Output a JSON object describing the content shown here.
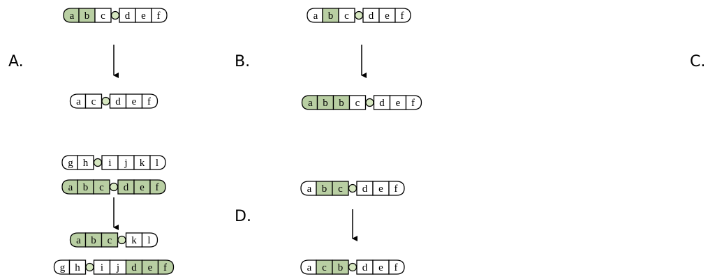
{
  "options": [
    {
      "id": "A",
      "label": "A."
    },
    {
      "id": "B",
      "label": "B."
    },
    {
      "id": "C",
      "label": "C."
    },
    {
      "id": "D",
      "label": "D."
    }
  ],
  "colors": {
    "shaded": "#b9cfa3",
    "centromere": "#d6e7c0",
    "outline": "#000000"
  },
  "chromosomes": [
    {
      "id": "A-before",
      "pieces": [
        {
          "t": "a",
          "s": true
        },
        {
          "t": "b",
          "s": true
        },
        {
          "t": "c",
          "s": false
        },
        {
          "t": "o"
        },
        {
          "t": "d",
          "s": false
        },
        {
          "t": "e",
          "s": false
        },
        {
          "t": "f",
          "s": false
        }
      ]
    },
    {
      "id": "A-after",
      "pieces": [
        {
          "t": "a",
          "s": false
        },
        {
          "t": "c",
          "s": false
        },
        {
          "t": "o"
        },
        {
          "t": "d",
          "s": false
        },
        {
          "t": "e",
          "s": false
        },
        {
          "t": "f",
          "s": false
        }
      ]
    },
    {
      "id": "B-before",
      "pieces": [
        {
          "t": "a",
          "s": false
        },
        {
          "t": "b",
          "s": true
        },
        {
          "t": "c",
          "s": false
        },
        {
          "t": "o"
        },
        {
          "t": "d",
          "s": false
        },
        {
          "t": "e",
          "s": false
        },
        {
          "t": "f",
          "s": false
        }
      ]
    },
    {
      "id": "B-after",
      "pieces": [
        {
          "t": "a",
          "s": true
        },
        {
          "t": "b",
          "s": true
        },
        {
          "t": "b",
          "s": true
        },
        {
          "t": "c",
          "s": false
        },
        {
          "t": "o"
        },
        {
          "t": "d",
          "s": false
        },
        {
          "t": "e",
          "s": false
        },
        {
          "t": "f",
          "s": false
        }
      ]
    },
    {
      "id": "C-before-1",
      "pieces": [
        {
          "t": "g",
          "s": false
        },
        {
          "t": "h",
          "s": false
        },
        {
          "t": "o"
        },
        {
          "t": "i",
          "s": false
        },
        {
          "t": "j",
          "s": false
        },
        {
          "t": "k",
          "s": false
        },
        {
          "t": "l",
          "s": false
        }
      ]
    },
    {
      "id": "C-before-2",
      "pieces": [
        {
          "t": "a",
          "s": true
        },
        {
          "t": "b",
          "s": true
        },
        {
          "t": "c",
          "s": true
        },
        {
          "t": "o"
        },
        {
          "t": "d",
          "s": true
        },
        {
          "t": "e",
          "s": true
        },
        {
          "t": "f",
          "s": true
        }
      ]
    },
    {
      "id": "C-after-1",
      "pieces": [
        {
          "t": "a",
          "s": true
        },
        {
          "t": "b",
          "s": true
        },
        {
          "t": "c",
          "s": true
        },
        {
          "t": "o"
        },
        {
          "t": "k",
          "s": false
        },
        {
          "t": "l",
          "s": false
        }
      ]
    },
    {
      "id": "C-after-2",
      "pieces": [
        {
          "t": "g",
          "s": false
        },
        {
          "t": "h",
          "s": false
        },
        {
          "t": "o"
        },
        {
          "t": "i",
          "s": false
        },
        {
          "t": "j",
          "s": false
        },
        {
          "t": "d",
          "s": true
        },
        {
          "t": "e",
          "s": true
        },
        {
          "t": "f",
          "s": true
        }
      ]
    },
    {
      "id": "D-before",
      "pieces": [
        {
          "t": "a",
          "s": false
        },
        {
          "t": "b",
          "s": true
        },
        {
          "t": "c",
          "s": true
        },
        {
          "t": "o"
        },
        {
          "t": "d",
          "s": false
        },
        {
          "t": "e",
          "s": false
        },
        {
          "t": "f",
          "s": false
        }
      ]
    },
    {
      "id": "D-after",
      "pieces": [
        {
          "t": "a",
          "s": false
        },
        {
          "t": "c",
          "s": true
        },
        {
          "t": "b",
          "s": true
        },
        {
          "t": "o"
        },
        {
          "t": "d",
          "s": false
        },
        {
          "t": "e",
          "s": false
        },
        {
          "t": "f",
          "s": false
        }
      ]
    }
  ]
}
